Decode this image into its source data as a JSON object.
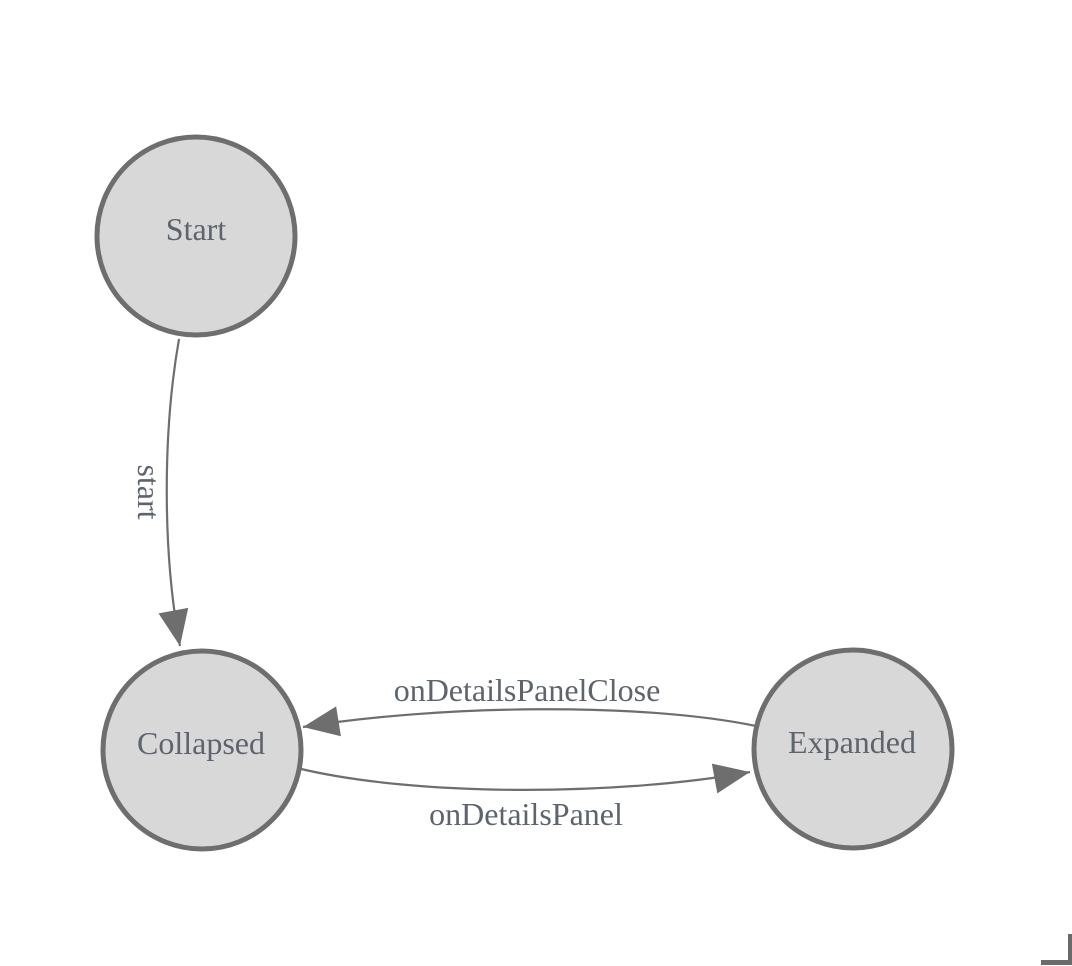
{
  "diagram": {
    "type": "state-machine",
    "colors": {
      "background": "#ffffff",
      "node_fill": "#d8d8d8",
      "node_stroke": "#6e6e6e",
      "edge_stroke": "#6e6e6e",
      "arrowhead": "#6e6e6e",
      "label_text": "#5e646e",
      "resize_corner": "#6b6b6b"
    },
    "nodes": [
      {
        "id": "start",
        "label": "Start"
      },
      {
        "id": "collapsed",
        "label": "Collapsed"
      },
      {
        "id": "expanded",
        "label": "Expanded"
      }
    ],
    "edges": [
      {
        "from": "Start",
        "to": "Collapsed",
        "label": "start",
        "label_rotated": true
      },
      {
        "from": "Collapsed",
        "to": "Expanded",
        "label": "onDetailsPanel",
        "label_rotated": false
      },
      {
        "from": "Expanded",
        "to": "Collapsed",
        "label": "onDetailsPanelClose",
        "label_rotated": false
      }
    ],
    "resize_corner_present": true
  }
}
